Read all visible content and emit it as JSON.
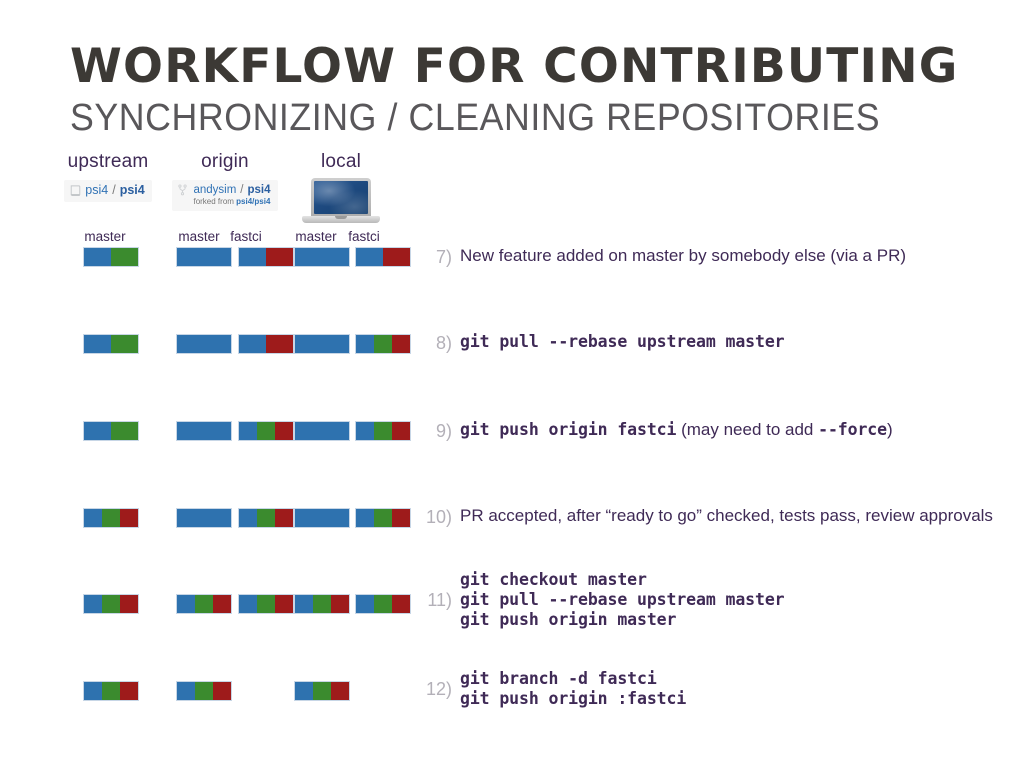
{
  "header": {
    "title": "WORKFLOW FOR CONTRIBUTING",
    "subtitle": "SYNCHRONIZING / CLEANING REPOSITORIES"
  },
  "colors": {
    "blue": "#2E72AF",
    "green": "#3B8B2E",
    "red": "#9E1B1B",
    "text_purple": "#3F2A56",
    "step_number_gray": "#B3B0B8",
    "title_dark": "#3C3935",
    "subtitle_gray": "#59575A",
    "link_blue": "#3072B5"
  },
  "columns": [
    {
      "name": "upstream",
      "badge_type": "repo-chip",
      "icon": "repo-icon",
      "owner": "psi4",
      "separator": "/",
      "repo": "psi4",
      "sub": null,
      "branches": [
        "master"
      ]
    },
    {
      "name": "origin",
      "badge_type": "repo-chip",
      "icon": "fork-icon",
      "owner": "andysim",
      "separator": "/",
      "repo": "psi4",
      "sub": {
        "prefix": "forked from ",
        "link": "psi4/psi4"
      },
      "branches": [
        "master",
        "fastci"
      ]
    },
    {
      "name": "local",
      "badge_type": "laptop-icon",
      "icon": "laptop-icon",
      "branches": [
        "master",
        "fastci"
      ]
    }
  ],
  "steps": [
    {
      "number": "7)",
      "lines": [
        {
          "parts": [
            {
              "type": "plain",
              "text": "New feature added on master by somebody else (via a PR)"
            }
          ]
        }
      ],
      "bars": {
        "upstream_master": [
          "blue",
          "green"
        ],
        "origin_master": [
          "blue"
        ],
        "origin_fastci": [
          "blue",
          "red"
        ],
        "local_master": [
          "blue"
        ],
        "local_fastci": [
          "blue",
          "red"
        ]
      }
    },
    {
      "number": "8)",
      "lines": [
        {
          "parts": [
            {
              "type": "code",
              "text": "git pull --rebase upstream master"
            }
          ]
        }
      ],
      "bars": {
        "upstream_master": [
          "blue",
          "green"
        ],
        "origin_master": [
          "blue"
        ],
        "origin_fastci": [
          "blue",
          "red"
        ],
        "local_master": [
          "blue"
        ],
        "local_fastci": [
          "blue",
          "green",
          "red"
        ]
      }
    },
    {
      "number": "9)",
      "lines": [
        {
          "parts": [
            {
              "type": "code",
              "text": "git push origin fastci"
            },
            {
              "type": "plain",
              "text": "  (may need to add "
            },
            {
              "type": "code",
              "text": "--force"
            },
            {
              "type": "plain",
              "text": ")"
            }
          ]
        }
      ],
      "bars": {
        "upstream_master": [
          "blue",
          "green"
        ],
        "origin_master": [
          "blue"
        ],
        "origin_fastci": [
          "blue",
          "green",
          "red"
        ],
        "local_master": [
          "blue"
        ],
        "local_fastci": [
          "blue",
          "green",
          "red"
        ]
      }
    },
    {
      "number": "10)",
      "lines": [
        {
          "parts": [
            {
              "type": "plain",
              "text": "PR accepted, after “ready to go” checked, tests pass, review approvals"
            }
          ]
        }
      ],
      "bars": {
        "upstream_master": [
          "blue",
          "green",
          "red"
        ],
        "origin_master": [
          "blue"
        ],
        "origin_fastci": [
          "blue",
          "green",
          "red"
        ],
        "local_master": [
          "blue"
        ],
        "local_fastci": [
          "blue",
          "green",
          "red"
        ]
      }
    },
    {
      "number": "11)",
      "lines": [
        {
          "parts": [
            {
              "type": "code",
              "text": "git checkout master"
            }
          ]
        },
        {
          "parts": [
            {
              "type": "code",
              "text": "git pull --rebase upstream master"
            }
          ]
        },
        {
          "parts": [
            {
              "type": "code",
              "text": "git push origin master"
            }
          ]
        }
      ],
      "bars": {
        "upstream_master": [
          "blue",
          "green",
          "red"
        ],
        "origin_master": [
          "blue",
          "green",
          "red"
        ],
        "origin_fastci": [
          "blue",
          "green",
          "red"
        ],
        "local_master": [
          "blue",
          "green",
          "red"
        ],
        "local_fastci": [
          "blue",
          "green",
          "red"
        ]
      }
    },
    {
      "number": "12)",
      "lines": [
        {
          "parts": [
            {
              "type": "code",
              "text": "git branch -d fastci"
            }
          ]
        },
        {
          "parts": [
            {
              "type": "code",
              "text": "git push origin :fastci"
            }
          ]
        }
      ],
      "bars": {
        "upstream_master": [
          "blue",
          "green",
          "red"
        ],
        "origin_master": [
          "blue",
          "green",
          "red"
        ],
        "origin_fastci": null,
        "local_master": [
          "blue",
          "green",
          "red"
        ],
        "local_fastci": null
      }
    }
  ]
}
